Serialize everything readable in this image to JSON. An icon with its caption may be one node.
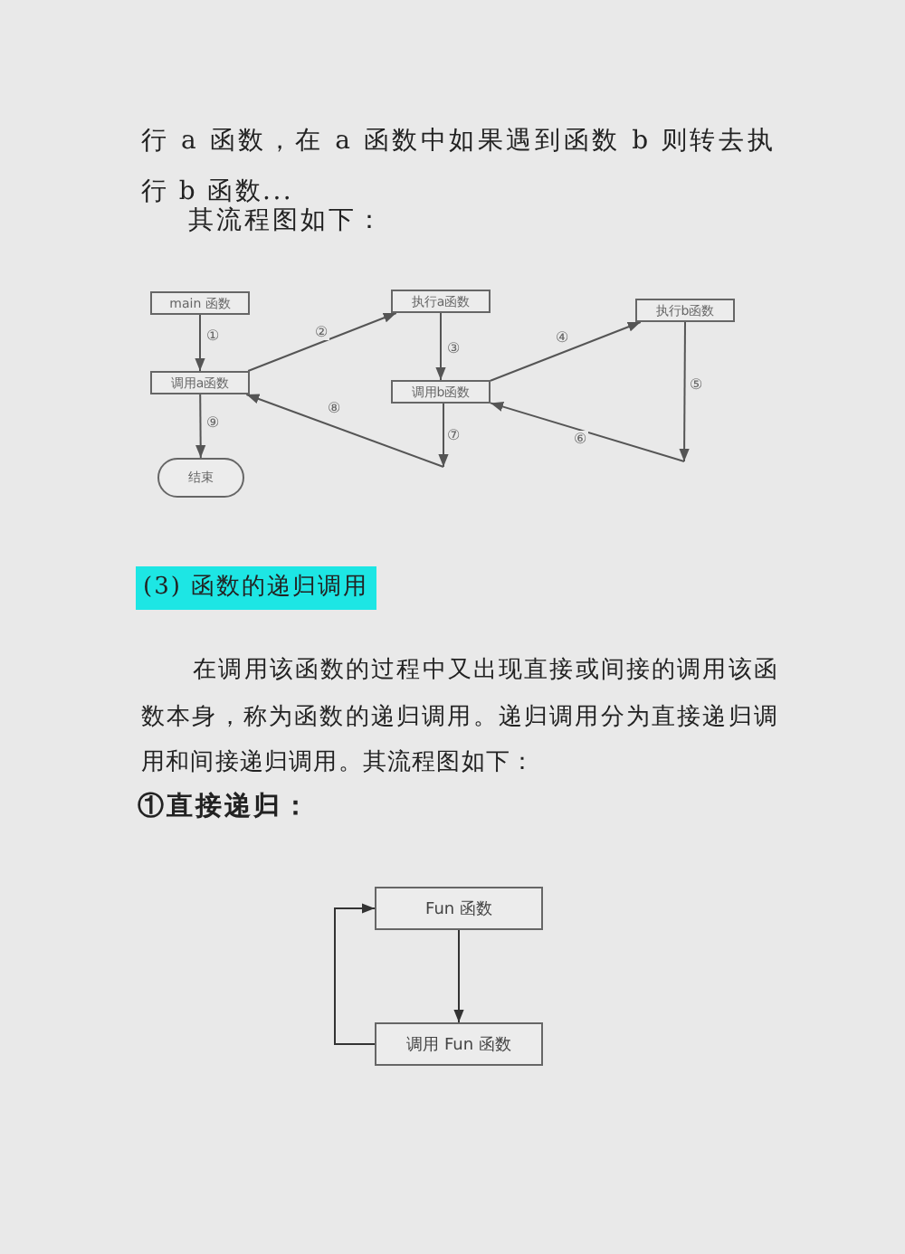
{
  "diagram": {
    "nodes": [
      {
        "text": [
          "main 函数"
        ]
      },
      {
        "text": [
          "调用a函数"
        ]
      },
      {
        "text": [
          "结束"
        ]
      },
      {
        "text": [
          "执行a函数"
        ]
      },
      {
        "text": [
          "调用b函数"
        ]
      },
      {
        "text": [
          "执行b函数"
        ]
      },
      {
        "text": [
          "Fun 函数"
        ]
      },
      {
        "text": [
          "调用 Fun 函数"
        ]
      }
    ],
    "edges": [
      {
        "from": 0,
        "to": 1,
        "arrow": "to",
        "label": "①"
      },
      {
        "from": 1,
        "to": 3,
        "arrow": "to",
        "label": "②"
      },
      {
        "from": 3,
        "to": 4,
        "arrow": "to",
        "label": "③"
      },
      {
        "from": 4,
        "to": 5,
        "arrow": "to",
        "label": "④"
      },
      {
        "from": 5,
        "to": null,
        "arrow": "to",
        "label": "⑤"
      },
      {
        "from": null,
        "to": 4,
        "arrow": "to",
        "label": "⑥"
      },
      {
        "from": 4,
        "to": null,
        "arrow": "to",
        "label": "⑦"
      },
      {
        "from": null,
        "to": 1,
        "arrow": "to",
        "label": "⑧"
      },
      {
        "from": 1,
        "to": 2,
        "arrow": "to",
        "label": "⑨"
      },
      {
        "from": 6,
        "to": 7,
        "arrow": "to"
      },
      {
        "from": 7,
        "to": 6,
        "arrow": "to"
      }
    ],
    "labels": [
      "行 a 函数，在 a 函数中如果遇到函数 b 则转去执行 b 函数...",
      "其流程图如下：",
      "(3) 函数的递归调用",
      "在调用该函数的过程中又出现直接或间接的调用该函数本身，称为函数的递归调用。递归调用分为直接递归调用和间接递归调用。其流程图如下：",
      "①直接递归："
    ]
  }
}
